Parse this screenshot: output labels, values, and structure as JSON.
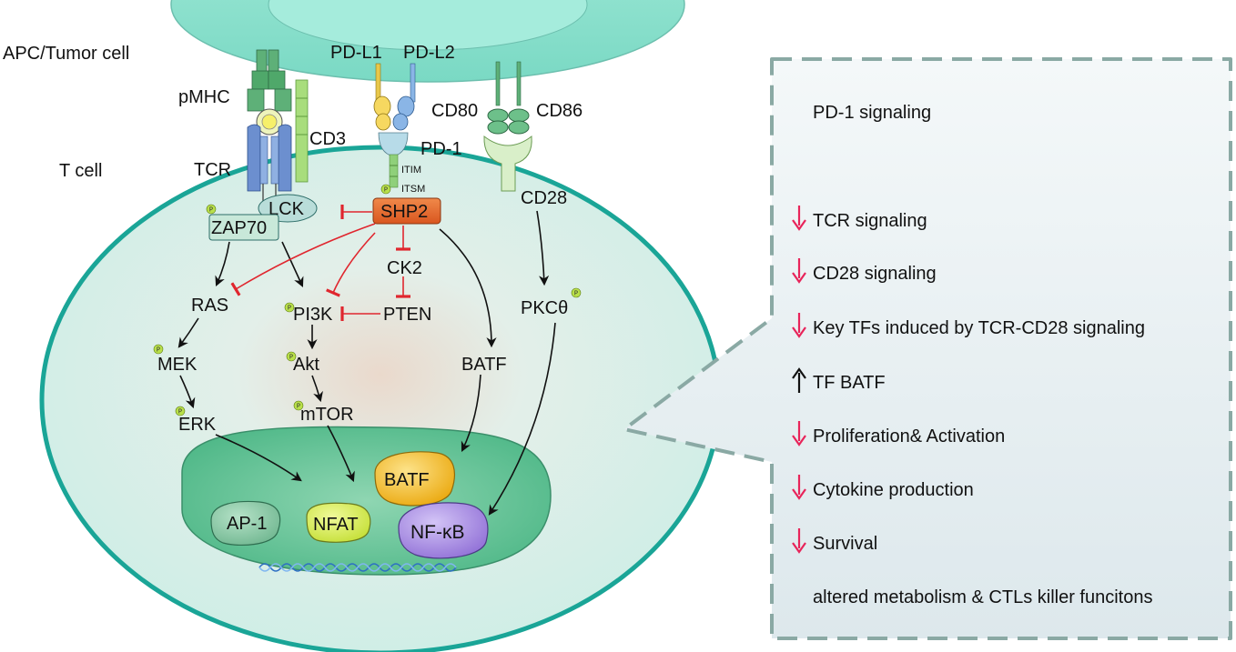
{
  "labels": {
    "apc_cell": "APC/Tumor cell",
    "t_cell": "T cell",
    "pmhc": "pMHC",
    "tcr": "TCR",
    "cd3": "CD3",
    "pd_l1": "PD-L1",
    "pd_l2": "PD-L2",
    "pd_1": "PD-1",
    "cd80": "CD80",
    "cd86": "CD86",
    "cd28_receptor": "CD28",
    "itim": "ITIM",
    "itsm": "ITSM",
    "lck": "LCK",
    "zap70": "ZAP70",
    "shp2": "SHP2",
    "ck2": "CK2",
    "pten": "PTEN",
    "ras": "RAS",
    "pi3k": "PI3K",
    "mek": "MEK",
    "akt": "Akt",
    "erk": "ERK",
    "mtor": "mTOR",
    "batf_cyto": "BATF",
    "pkc": "PKCθ",
    "ap1": "AP-1",
    "nfat": "NFAT",
    "batf_nuc": "BATF",
    "nfkb": "NF-κB",
    "phospho": "P"
  },
  "panel": {
    "title": "PD-1 signaling",
    "items": [
      {
        "direction": "down",
        "text": "TCR signaling"
      },
      {
        "direction": "down",
        "text": "CD28 signaling"
      },
      {
        "direction": "down",
        "text": "Key TFs induced by TCR-CD28 signaling"
      },
      {
        "direction": "up",
        "text": "TF BATF"
      },
      {
        "direction": "down",
        "text": "Proliferation& Activation"
      },
      {
        "direction": "down",
        "text": "Cytokine production"
      },
      {
        "direction": "down",
        "text": "Survival"
      },
      {
        "direction": "none",
        "text": "altered metabolism & CTLs killer funcitons"
      }
    ]
  },
  "colors": {
    "cell_fill": "#d7f0ea",
    "cell_border": "#29b3a4",
    "apc_fill": "#8fe0cc",
    "nucleus_fill": "#68c89e",
    "inhibit": "#e0262e",
    "activate": "#111111",
    "panel_border": "#8aa9a4",
    "panel_fill": "#e9f1f3",
    "arrow_down": "#e8245a",
    "arrow_up": "#111111",
    "shp2": "#e0632a",
    "batf": "#f2b71f",
    "nfat": "#d6ec56",
    "ap1": "#8cc8a8",
    "nfkb": "#a88ee0",
    "phospho": "#b9e04a"
  }
}
